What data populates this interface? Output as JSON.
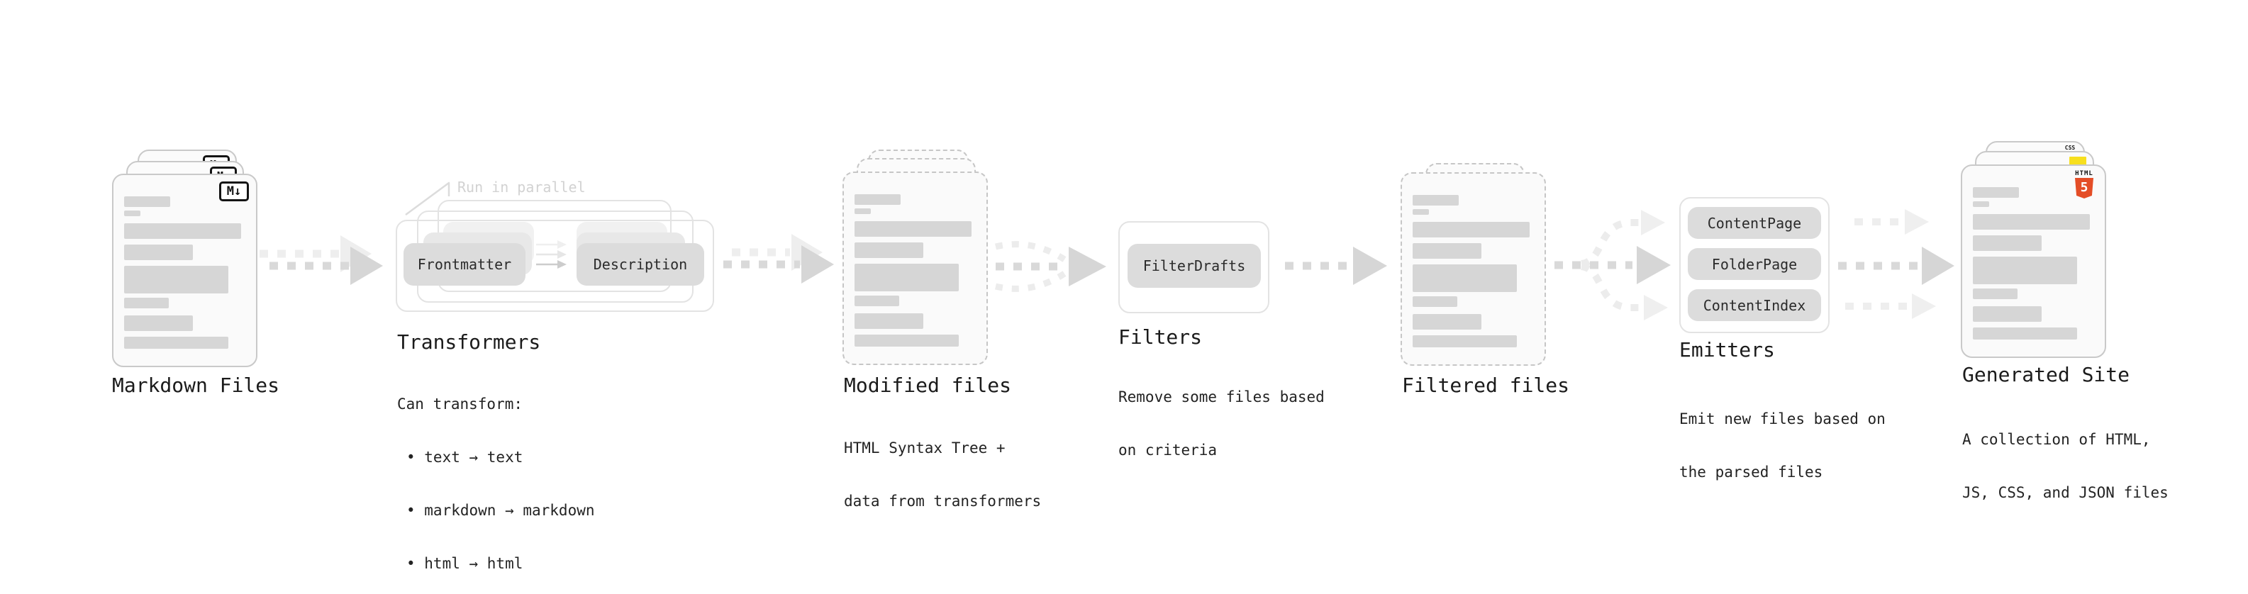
{
  "stages": {
    "markdown_files": {
      "title": "Markdown Files",
      "icon_label": "M↓"
    },
    "transformers": {
      "title": "Transformers",
      "note": "Run in parallel",
      "pills": [
        "Frontmatter",
        "Description"
      ],
      "desc_lines": [
        "Can transform:",
        "• text → text",
        "• markdown → markdown",
        "• html → html"
      ]
    },
    "modified_files": {
      "title": "Modified files",
      "desc_lines": [
        "HTML Syntax Tree +",
        "data from transformers"
      ]
    },
    "filters": {
      "title": "Filters",
      "pills": [
        "FilterDrafts"
      ],
      "desc_lines": [
        "Remove some files based",
        "on criteria"
      ]
    },
    "filtered_files": {
      "title": "Filtered files"
    },
    "emitters": {
      "title": "Emitters",
      "pills": [
        "ContentPage",
        "FolderPage",
        "ContentIndex"
      ],
      "desc_lines": [
        "Emit new files based on",
        "the parsed files"
      ]
    },
    "generated_site": {
      "title": "Generated Site",
      "desc_lines": [
        "A collection of HTML,",
        "JS, CSS, and JSON files"
      ],
      "badges": {
        "html5_word": "HTML",
        "html5_number": "5",
        "css": "CSS"
      }
    }
  },
  "colors": {
    "html5_orange": "#e44d26",
    "js_yellow": "#f7df1e",
    "css_blue": "#2f6bfb",
    "pill_fill": "#dcdcdc",
    "arrow_gray": "#d9d9d9",
    "arrow_faint": "#eeeeee",
    "doc_border": "#c9c9c9",
    "bar_fill": "#d6d6d6",
    "note_text": "#d2d2d2"
  }
}
